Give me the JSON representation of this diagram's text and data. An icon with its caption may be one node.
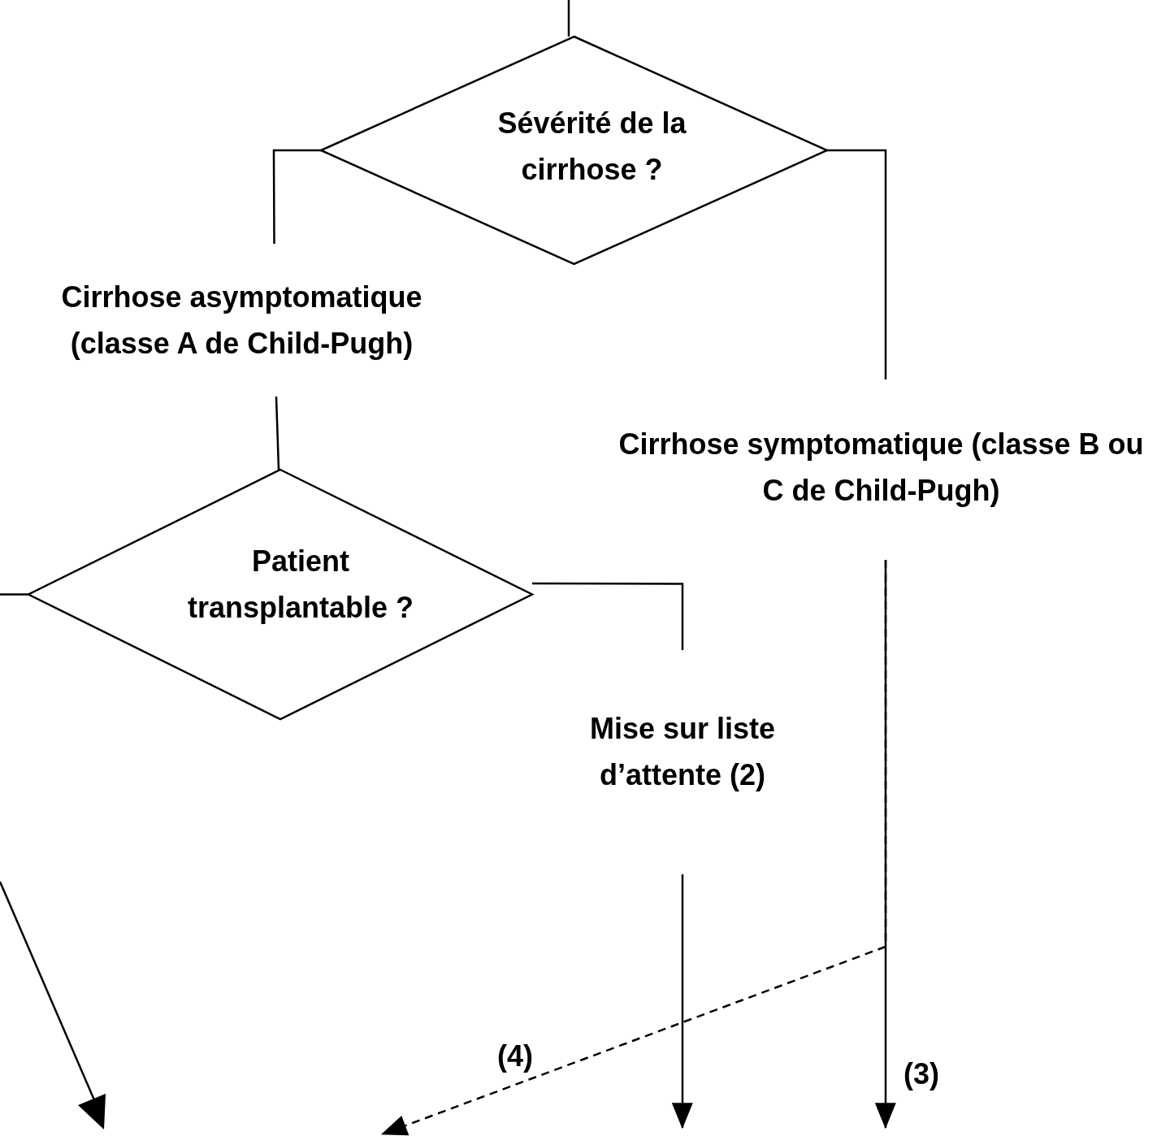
{
  "diagram": {
    "nodes": [
      {
        "text": [
          "Sévérité de la cirrhose ?"
        ]
      },
      {
        "text": [
          "Cirrhose asymptomatique (classe A de Child-Pugh)"
        ]
      },
      {
        "text": [
          "Cirrhose symptomatique (classe B ou C de Child-Pugh)"
        ]
      },
      {
        "text": [
          "Patient transplantable ?"
        ]
      },
      {
        "text": [
          "Mise sur liste d’attente (2)"
        ]
      }
    ],
    "edges": [
      {
        "from": null,
        "to": 0,
        "arrow": "none"
      },
      {
        "from": 0,
        "to": 1,
        "arrow": "none"
      },
      {
        "from": 0,
        "to": 2,
        "arrow": "none"
      },
      {
        "from": 1,
        "to": 3,
        "arrow": "none"
      },
      {
        "from": 3,
        "to": 4,
        "arrow": "none"
      },
      {
        "from": 3,
        "to": null,
        "arrow": "none"
      },
      {
        "from": 4,
        "to": null,
        "arrow": "to"
      },
      {
        "from": 2,
        "to": null,
        "arrow": "to",
        "label": "(3)"
      },
      {
        "from": 2,
        "to": null,
        "arrow": "to",
        "style": "dashed",
        "label": "(4)"
      }
    ]
  }
}
